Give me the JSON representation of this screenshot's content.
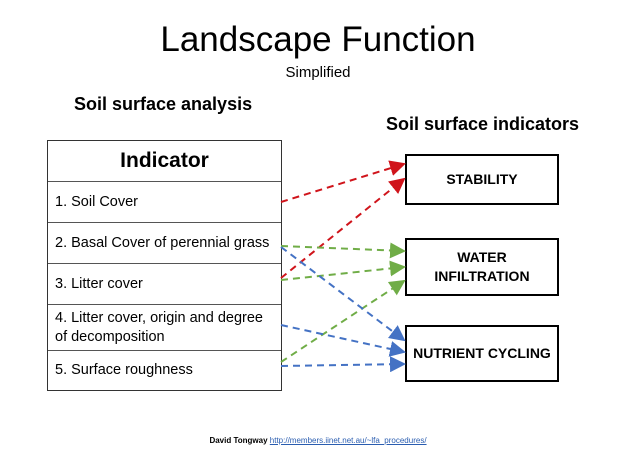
{
  "title": "Landscape Function",
  "subtitle": "Simplified",
  "left_heading": "Soil surface analysis",
  "right_heading": "Soil surface indicators",
  "table": {
    "header": "Indicator",
    "rows": [
      "1. Soil Cover",
      "2. Basal Cover of perennial grass",
      "3. Litter cover",
      "4. Litter cover, origin and degree of decomposition",
      "5. Surface roughness"
    ]
  },
  "indicators": [
    "STABILITY",
    "WATER INFILTRATION",
    "NUTRIENT CYCLING"
  ],
  "colors": {
    "stability": "#d0141b",
    "water": "#70ad47",
    "nutrient": "#4472c4"
  },
  "links": [
    {
      "from": 1,
      "to": "STABILITY",
      "color": "#d0141b"
    },
    {
      "from": 3,
      "to": "STABILITY",
      "color": "#d0141b"
    },
    {
      "from": 2,
      "to": "WATER INFILTRATION",
      "color": "#70ad47"
    },
    {
      "from": 3,
      "to": "WATER INFILTRATION",
      "color": "#70ad47"
    },
    {
      "from": 5,
      "to": "WATER INFILTRATION",
      "color": "#70ad47"
    },
    {
      "from": 2,
      "to": "NUTRIENT CYCLING",
      "color": "#4472c4"
    },
    {
      "from": 4,
      "to": "NUTRIENT CYCLING",
      "color": "#4472c4"
    },
    {
      "from": 5,
      "to": "NUTRIENT CYCLING",
      "color": "#4472c4"
    }
  ],
  "footer": {
    "author": "David Tongway",
    "link": "http://members.iinet.net.au/~lfa_procedures/"
  }
}
